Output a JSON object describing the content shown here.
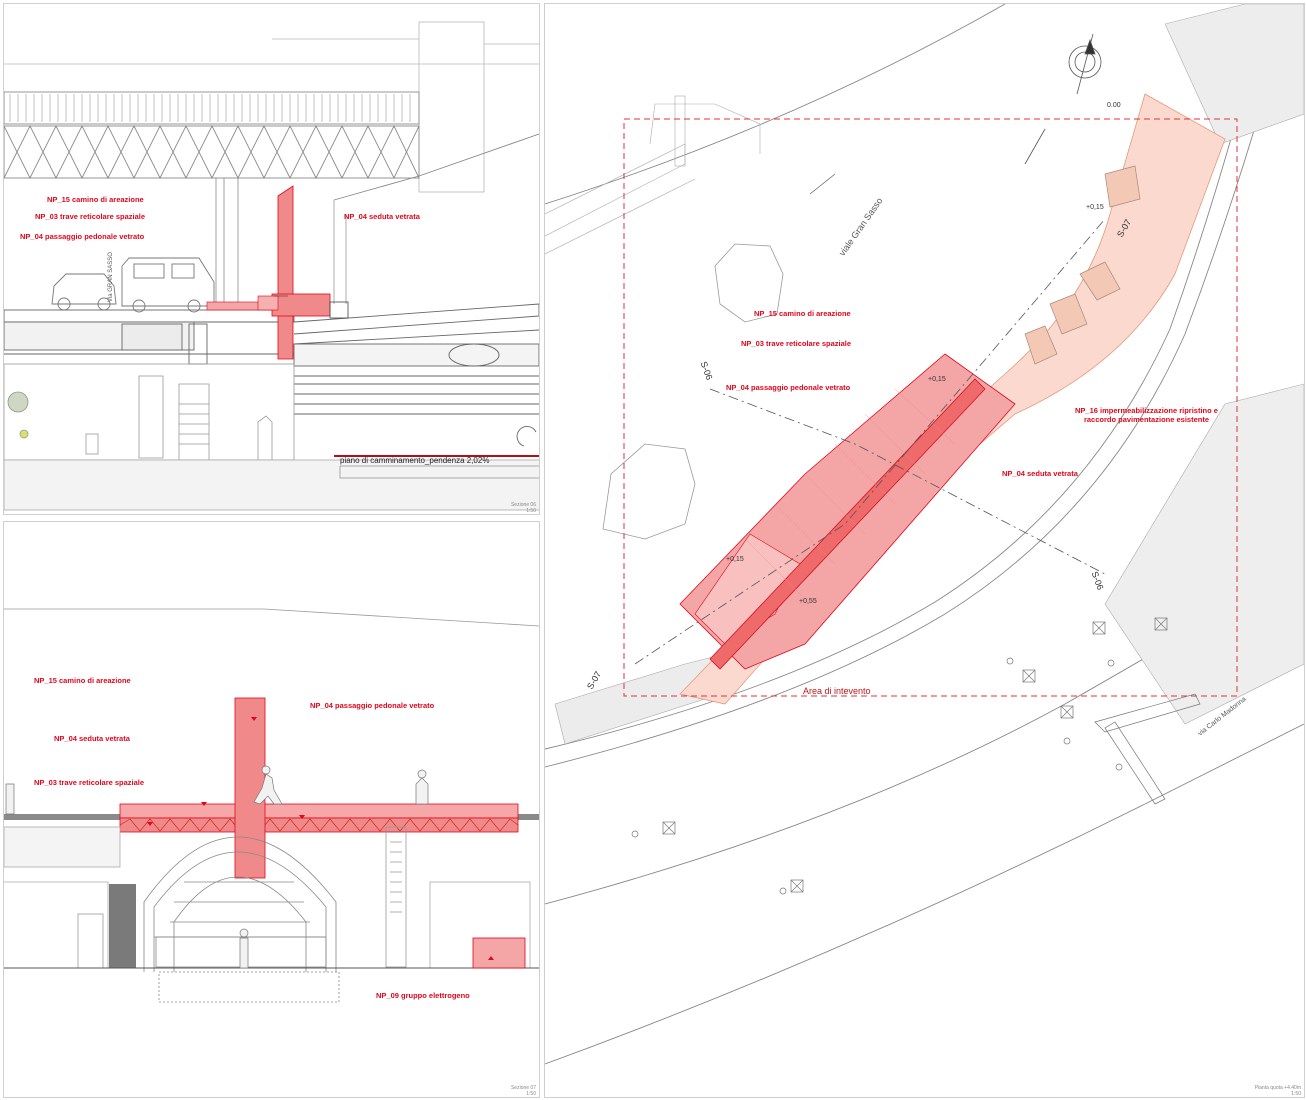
{
  "section_top": {
    "labels": {
      "np15": "NP_15 camino di areazione",
      "np03": "NP_03 trave reticolare spaziale",
      "np04p": "NP_04 passaggio pedonale vetrato",
      "np04s": "NP_04 seduta vetrata"
    },
    "street_label": "Via GRAN SASSO",
    "slope_note": "piano di camminamento_pendenza 2,02%",
    "footer": [
      "Sezione 06",
      "1:50"
    ]
  },
  "section_bottom": {
    "labels": {
      "np15": "NP_15 camino di areazione",
      "np04p": "NP_04 passaggio pedonale vetrato",
      "np04s": "NP_04 seduta vetrata",
      "np03": "NP_03 trave reticolare spaziale",
      "np09": "NP_09 gruppo elettrogeno"
    },
    "footer": [
      "Sezione 07",
      "1:50"
    ]
  },
  "plan": {
    "labels": {
      "np15": "NP_15 camino di areazione",
      "np03": "NP_03 trave reticolare spaziale",
      "np04p": "NP_04 passaggio pedonale vetrato",
      "np16_line1": "NP_16 impermeabilizzazione ripristino e",
      "np16_line2": "raccordo pavimentazione esistente",
      "np04s": "NP_04 seduta vetrata"
    },
    "area_label": "Area di intevento",
    "street_gran_sasso": "viale Gran Sasso",
    "street_carlo": "via Carlo Madonna",
    "levels": [
      "0.00",
      "+0,15",
      "+0,15",
      "+0,15",
      "+0,55"
    ],
    "sections": [
      "S-07",
      "S-07",
      "S-06",
      "S-06"
    ],
    "footer": [
      "Pianta quota +4.40m",
      "1:50"
    ]
  },
  "colors": {
    "accent_red": "#e1061b",
    "fill_red": "#f08a8a",
    "fill_light": "#fbd9cf",
    "dash_red": "#e0323c"
  }
}
